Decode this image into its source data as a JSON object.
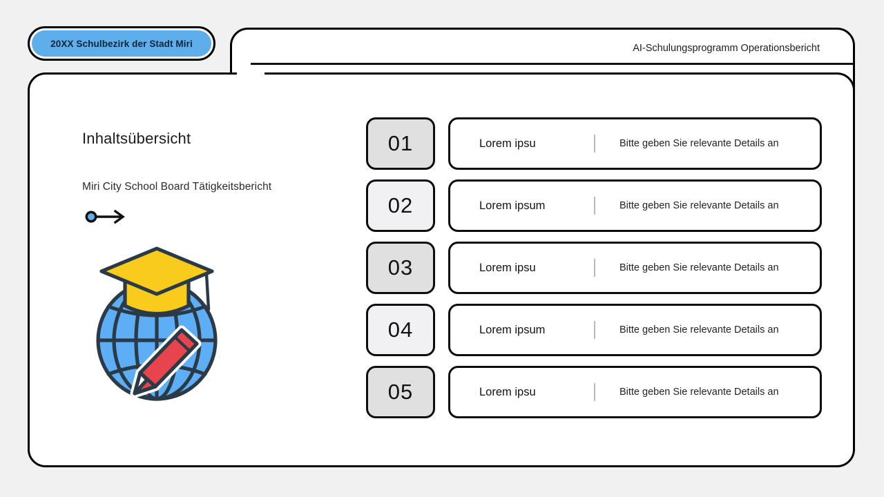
{
  "theme": {
    "page_background": "#F1F1F1",
    "accent_blue": "#5FAEEC",
    "globe_blue": "#5DAEF5",
    "cap_yellow": "#F9CB1C",
    "pencil_red": "#E8444E",
    "outline": "#000000",
    "num_box_dark": "#E0E0E0",
    "num_box_light": "#F1F0F2"
  },
  "tab": {
    "label": "20XX Schulbezirk der Stadt Miri"
  },
  "header": {
    "title": "AI-Schulungsprogramm Operationsbericht"
  },
  "left": {
    "title": "Inhaltsübersicht",
    "subtitle": "Miri City School Board Tätigkeitsbericht",
    "arrow_icon": "arrow-right-icon",
    "illustration_icon": "graduation-globe-pencil-icon"
  },
  "list": {
    "items": [
      {
        "number": "01",
        "title": "Lorem ipsu",
        "detail": "Bitte geben Sie relevante Details an",
        "shade": "dark"
      },
      {
        "number": "02",
        "title": "Lorem ipsum",
        "detail": "Bitte geben Sie relevante Details an",
        "shade": "light"
      },
      {
        "number": "03",
        "title": "Lorem ipsu",
        "detail": "Bitte geben Sie relevante Details an",
        "shade": "dark"
      },
      {
        "number": "04",
        "title": "Lorem ipsum",
        "detail": "Bitte geben Sie relevante Details an",
        "shade": "light"
      },
      {
        "number": "05",
        "title": "Lorem ipsu",
        "detail": "Bitte geben Sie relevante Details an",
        "shade": "dark"
      }
    ]
  }
}
